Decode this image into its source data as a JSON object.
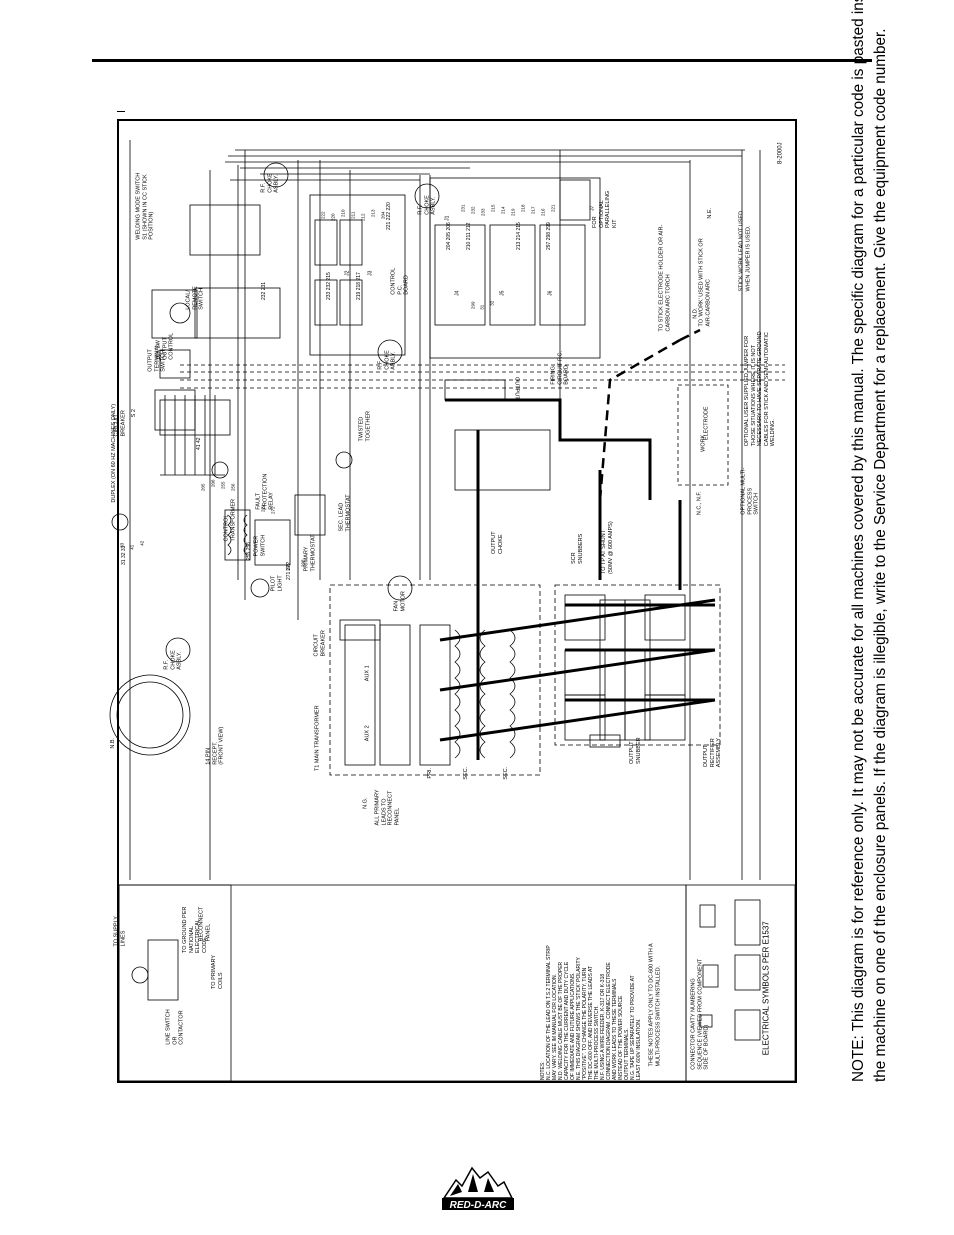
{
  "note": {
    "line1": "NOTE:  This diagram is for reference only.   It may not be accurate for all machines covered by this manual.  The specific diagram for a particular code is pasted inside",
    "line2": "the machine on one of the enclosure panels.  If the diagram is illegible, write to the Service Department for a replacement.  Give the equipment code number."
  },
  "diagram": {
    "code": "8-2000J",
    "symbols_note": "ELECTRICAL SYMBOLS PER E1537",
    "labels": {
      "circuit_breaker_top": "CIRCUIT BREAKER",
      "s2": "S 2",
      "duplex": "DUPLEX (ON 60 HZ MACHINES ONLY)",
      "output_terminal_switch": "OUTPUT TERMINAL SWITCH",
      "control_10k": "10K 2W OUTPUT CONTROL",
      "local_remote": "LOCAL/ REMOTE SWITCH",
      "welding_mode": "WELDING MODE SWITCH S1 (SHOWN IN CC STICK POSITION)",
      "rf_choke_top": "R.F. CHOKE ASBLY.",
      "rf_choke_mid": "R.F. CHOKE ASBLY.",
      "rf_choke_left": "R.F. CHOKE ASBLY.",
      "control_board": "CONTROL P.C. BOARD",
      "firing_board": "FIRING CIRCUIT P.C. BOARD",
      "paralleling_kit": "FOR OPTIONAL PARALLELING KIT",
      "control_transformer": "CONTROL TRANSFORMER",
      "fault_relay": "FAULT PROTECTION RELAY",
      "power_switch": "POWER SWITCH",
      "pilot_light": "PILOT LIGHT",
      "primary_thermostat": "PRIMARY THERMOSTAT",
      "sec_lead_thermostat": "SEC. LEAD THERMOSTAT",
      "fan_motor": "FAN MOTOR",
      "circuit_breaker_mid": "CIRCUIT BREAKER",
      "t1_main": "T1 MAIN TRANSFORMER",
      "pri": "PRI.",
      "sec1": "SEC.",
      "sec2": "SEC.",
      "aux2": "AUX 2",
      "aux1": "AUX 1",
      "all_primary": "ALL PRIMARY LEADS TO RECONNECT PANEL",
      "ng": "N.G.",
      "receptacle": "14 PIN RECEPT. (FRONT VIEW)",
      "nb": "N.B.",
      "twisted": "TWISTED TOGETHER",
      "output_choke": "OUTPUT CHOKE",
      "scr_snubbers": "SCR SNUBBERS",
      "shunt": "TO TP AT SHUNT (50MV @ 600 AMPS)",
      "output_snubber": "OUTPUT SNUBBER",
      "output_rectifier": "OUTPUT RECTIFIER ASSEMBLY",
      "output": "OUTPUT",
      "electrode": "ELECTRODE",
      "work": "WORK",
      "multi_process": "OPTIONAL MULTI-PROCESS SWITCH",
      "to_stick": "TO STICK ELECTRODE HOLDER OR AIR-CARBON ARC TORCH",
      "to_work": "TO 'WORK' USED WITH STICK OR AIR-CARBON ARC",
      "stick_work_lead": "STICK WORK LEAD NOT USED WHEN JUMPER IS USED.",
      "optional_jumper": "OPTIONAL USER SUPPLIED JUMPER FOR THOSE SITUATIONS WHERE IT IS NOT NECESSARY TO HAVE SEPARATE GROUND CABLES FOR STICK AND SEMI-AUTOMATIC WELDING.",
      "nd": "N.D.",
      "ne": "N.E.",
      "nc_nf": "N.C., N.F.",
      "to_supply": "TO SUPPLY LINES",
      "to_ground": "TO GROUND PER NATIONAL ELECTRICAL CODE",
      "reconnect_panel": "RECONNECT PANEL",
      "to_primary_coils": "TO PRIMARY COILS",
      "line_switch": "LINE SWITCH OR CONTACTOR",
      "connector_seq": "CONNECTOR CAVITY NUMBERING SEQUENCE (VIEWED FROM COMPONENT SIDE OF BOARD)",
      "multi_note": "THESE NOTES APPLY ONLY TO DC-600 WITH A MULTI-PROCESS SWITCH INSTALLED."
    },
    "notes": [
      "NOTES:",
      "N.C. LOCATION OF THE LEAD ON T.S.2 TERMINAL STRIP",
      "MAY VARY. SEE IM MANUAL FOR LOCATION.",
      "N.D. WELDING CABLE MUST BE OF THE PROPER",
      "CAPACITY FOR THE CURRENT AND DUTY CYCLE",
      "OF IMMEDIATE AND FUTURE APPLICATIONS.",
      "N.E. THIS DIAGRAM SHOWS THE 'STICK' POLARITY",
      "\"POSITIVE\". TO CHANGE THE POLARITY, TURN",
      "THE DC-600 OFF, AND REVERSE THE LEADS AT",
      "THE MULTI-PROCESS SWITCH.",
      "N.F. USING A WIRE FEEDER, K-317 OR K-318",
      "CONNECTION DIAGRAM. CONNECT ELECTRODE",
      "AND WORK LEADS TO THESE TERMINALS",
      "INSTEAD OF THE POWER SOURCE",
      "OUTPUT TERMINALS.",
      "N.G. TAPE UP SEPARATELY TO PROVIDE AT",
      "LEAST 600V INSULATION."
    ],
    "connectors": [
      "J1",
      "J2",
      "J3",
      "J4",
      "J5",
      "J6",
      "J7"
    ],
    "wire_numbers": [
      "231",
      "232",
      "233",
      "215",
      "214",
      "219",
      "218",
      "217",
      "216",
      "221",
      "222",
      "220",
      "210",
      "211",
      "212",
      "213",
      "204",
      "205",
      "206",
      "255",
      "256",
      "271",
      "272",
      "297",
      "298",
      "299",
      "31",
      "32",
      "33",
      "41",
      "42"
    ]
  },
  "logo": {
    "text": "RED-D-ARC"
  }
}
